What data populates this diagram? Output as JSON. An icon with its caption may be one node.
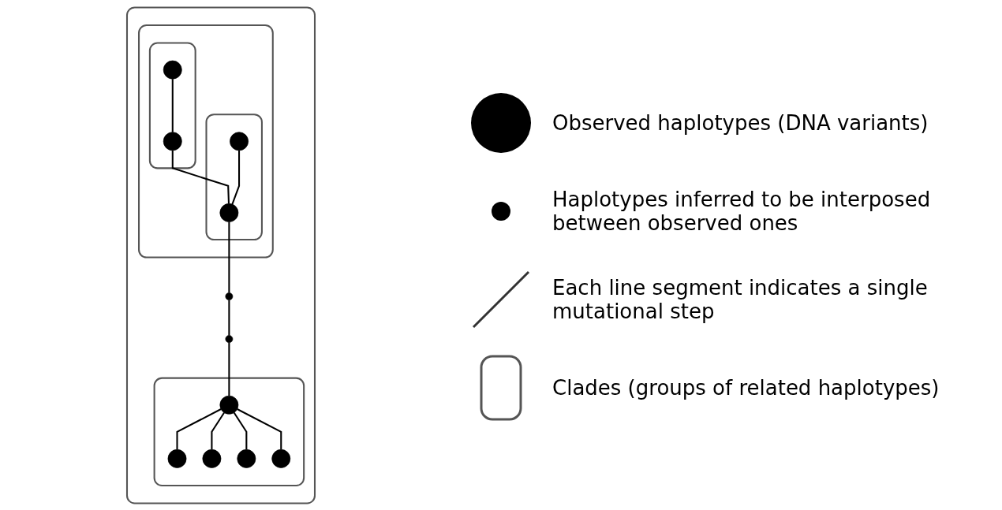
{
  "diagram": {
    "nodes": [
      {
        "text": [],
        "shape": "box"
      },
      {
        "text": [],
        "shape": "box",
        "in": 0
      },
      {
        "text": [],
        "shape": "box",
        "in": 1
      },
      {
        "text": [],
        "shape": "circle",
        "in": 2
      },
      {
        "text": [],
        "shape": "circle",
        "in": 2
      },
      {
        "text": [],
        "shape": "box",
        "in": 1
      },
      {
        "text": [],
        "shape": "circle",
        "in": 5
      },
      {
        "text": [],
        "shape": "circle",
        "in": 5
      },
      {
        "text": [],
        "shape": "circle",
        "in": 0
      },
      {
        "text": [],
        "shape": "circle",
        "in": 0
      },
      {
        "text": [],
        "shape": "box",
        "in": 0
      },
      {
        "text": [],
        "shape": "circle",
        "in": 10
      },
      {
        "text": [],
        "shape": "circle",
        "in": 10
      },
      {
        "text": [],
        "shape": "circle",
        "in": 10
      },
      {
        "text": [],
        "shape": "circle",
        "in": 10
      },
      {
        "text": [],
        "shape": "circle",
        "in": 10
      }
    ],
    "edges": [
      {
        "from": 3,
        "to": 4,
        "arrow": "none"
      },
      {
        "from": 4,
        "to": 7,
        "arrow": "none"
      },
      {
        "from": 6,
        "to": 7,
        "arrow": "none"
      },
      {
        "from": 7,
        "to": 8,
        "arrow": "none"
      },
      {
        "from": 8,
        "to": 9,
        "arrow": "none"
      },
      {
        "from": 9,
        "to": 11,
        "arrow": "none"
      },
      {
        "from": 11,
        "to": 12,
        "arrow": "none"
      },
      {
        "from": 11,
        "to": 13,
        "arrow": "none"
      },
      {
        "from": 11,
        "to": 14,
        "arrow": "none"
      },
      {
        "from": 11,
        "to": 15,
        "arrow": "none"
      }
    ],
    "legend": [
      {
        "text": "Observed haplotypes (DNA variants)"
      },
      {
        "text": "Haplotypes inferred to be interposed between observed ones"
      },
      {
        "text": "Each line segment indicates a single mutational step"
      },
      {
        "text": "Clades (groups of related haplotypes)"
      }
    ]
  }
}
